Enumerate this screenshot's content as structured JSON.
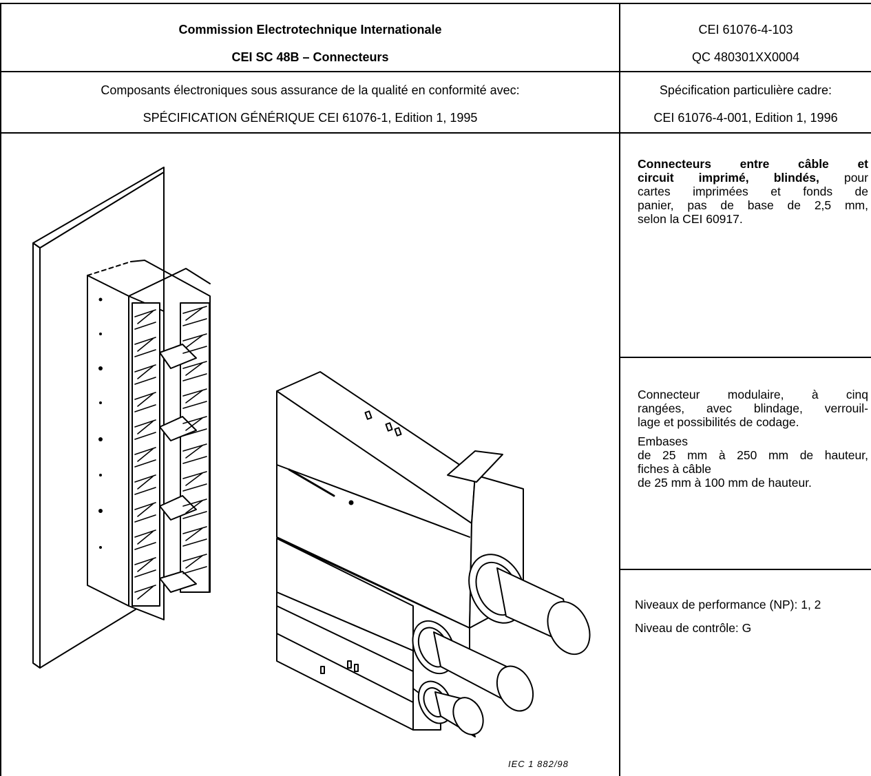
{
  "header": {
    "org_name": "Commission Electrotechnique Internationale",
    "committee": "CEI SC 48B – Connecteurs",
    "spec_number": "CEI 61076-4-103",
    "qc_number": "QC 480301XX0004"
  },
  "conformity": {
    "line1": "Composants électroniques sous assurance de la qualité en conformité avec:",
    "line2": "SPÉCIFICATION GÉNÉRIQUE CEI 61076-1, Edition 1, 1995"
  },
  "sectional": {
    "label": "Spécification particulière cadre:",
    "reference": "CEI 61076-4-001, Edition 1, 1996"
  },
  "description": {
    "line1_bold": "Connecteurs entre câble et",
    "line2_bold": "circuit imprimé, blindés,",
    "line2_rest": " pour",
    "line3": "cartes imprimées et fonds de",
    "line4": "panier, pas de base de 2,5 mm,",
    "line5": "selon la CEI 60917."
  },
  "features": {
    "line1": "Connecteur modulaire, à cinq",
    "line2": "rangées, avec blindage, verrouil-",
    "line3": "lage et possibilités de codage.",
    "line4": "Embases",
    "line5": "de 25 mm à 250 mm de hauteur,",
    "line6": "fiches à câble",
    "line7": "de 25 mm à 100 mm de hauteur."
  },
  "performance": {
    "levels": "Niveaux de performance (NP): 1, 2",
    "inspection": "Niveau de contrôle: G"
  },
  "figure": {
    "credit": "IEC   1 882/98"
  }
}
